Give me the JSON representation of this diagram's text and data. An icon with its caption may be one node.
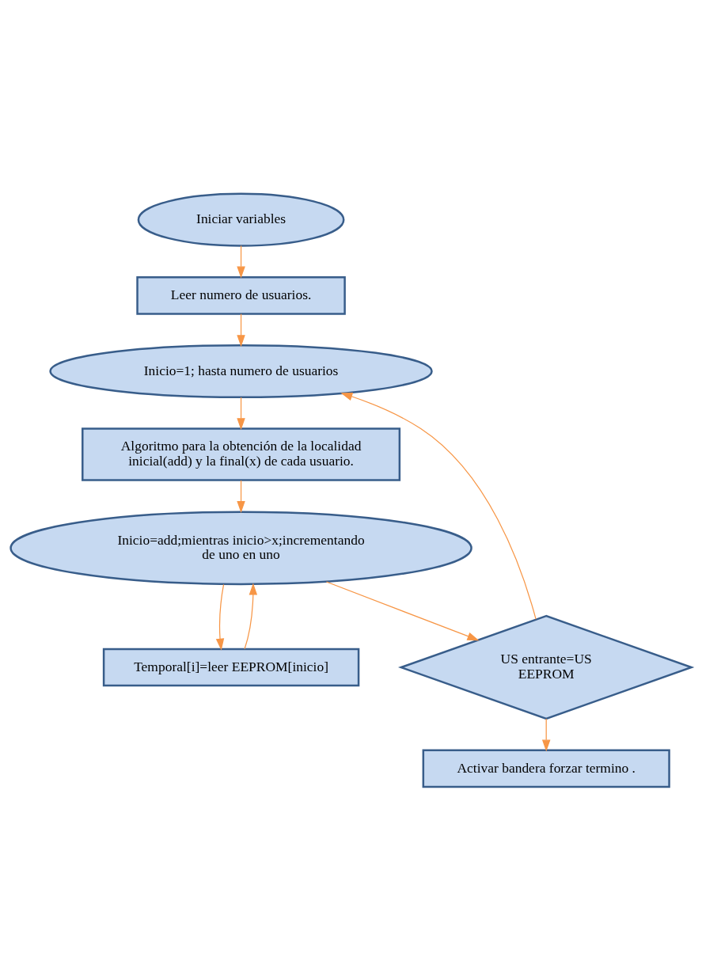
{
  "diagram": {
    "nodes": [
      {
        "text": [
          "Iniciar variables"
        ]
      },
      {
        "text": [
          "Leer numero de usuarios."
        ]
      },
      {
        "text": [
          "Inicio=1; hasta numero de usuarios"
        ]
      },
      {
        "text": [
          "Algoritmo para la obtención de la localidad inicial(add) y la final(x) de cada usuario."
        ]
      },
      {
        "text": [
          "Inicio=add;mientras inicio>x;incrementando de uno en uno"
        ]
      },
      {
        "text": [
          "Temporal[i]=leer EEPROM[inicio]"
        ]
      },
      {
        "text": [
          "US entrante=US EEPROM"
        ]
      },
      {
        "text": [
          "Activar bandera forzar termino ."
        ]
      }
    ],
    "edges": [
      {
        "from": 0,
        "to": 1,
        "arrow": "to"
      },
      {
        "from": 1,
        "to": 2,
        "arrow": "to"
      },
      {
        "from": 2,
        "to": 3,
        "arrow": "to"
      },
      {
        "from": 3,
        "to": 4,
        "arrow": "to"
      },
      {
        "from": 4,
        "to": 5,
        "arrow": "to"
      },
      {
        "from": 5,
        "to": 4,
        "arrow": "to"
      },
      {
        "from": 4,
        "to": 6,
        "arrow": "to"
      },
      {
        "from": 6,
        "to": 2,
        "arrow": "to"
      },
      {
        "from": 6,
        "to": 7,
        "arrow": "to"
      }
    ]
  }
}
